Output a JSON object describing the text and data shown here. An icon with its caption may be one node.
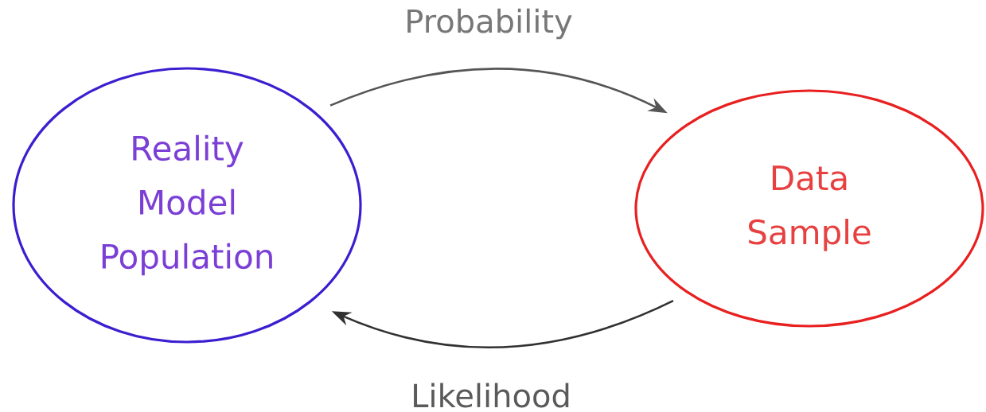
{
  "diagram": {
    "nodes": [
      {
        "text": [
          "Reality",
          "Model",
          "Population"
        ]
      },
      {
        "text": [
          "Data",
          "Sample"
        ]
      }
    ],
    "edges": [
      {
        "from": 0,
        "to": 1,
        "arrow": "to",
        "label": "Probability"
      },
      {
        "from": 1,
        "to": 0,
        "arrow": "to",
        "label": "Likelihood"
      }
    ]
  }
}
